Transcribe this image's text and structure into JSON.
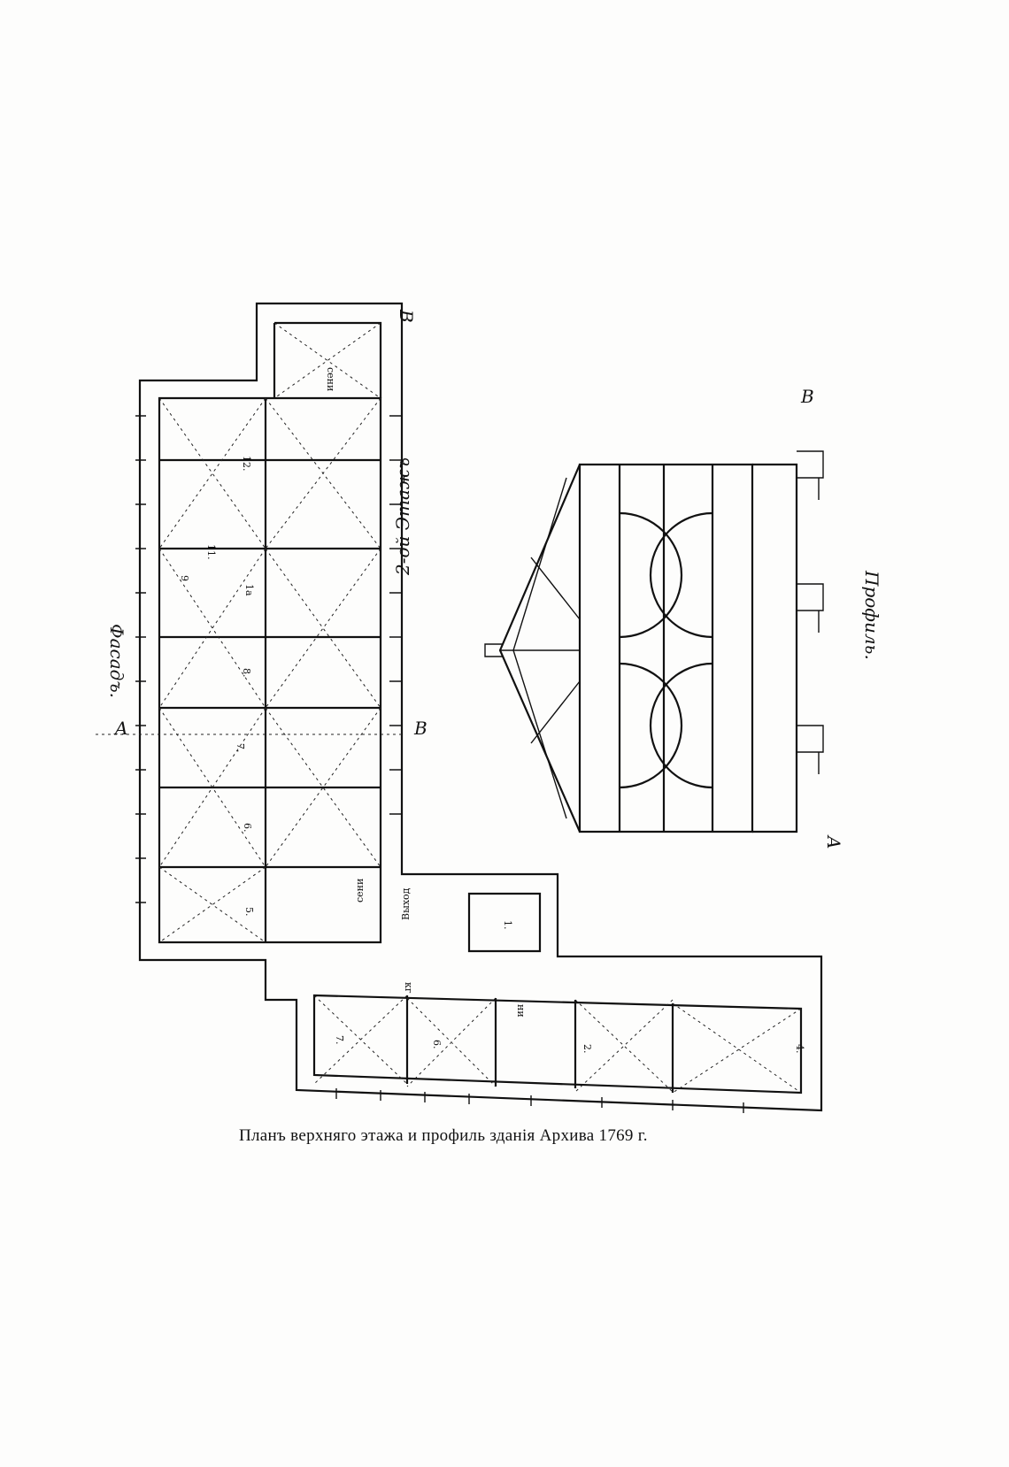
{
  "caption": "Планъ верхняго этажа и профиль зданія Архива 1769 г.",
  "plan": {
    "facade_label": "Фасадъ.",
    "floor_label": "2-ой Этажъ",
    "section_marker_a": "A",
    "section_marker_b": "B",
    "corner_marker": "B",
    "rooms": [
      "сени",
      "12.",
      "11.",
      "1а",
      "9",
      "8.",
      "7.",
      "6.",
      "5.",
      "сени",
      "Выход",
      "1.",
      "кг",
      "ни",
      "7.",
      "6.",
      "2.",
      "4."
    ]
  },
  "profile": {
    "label": "Профиль.",
    "marker_a": "A",
    "marker_b": "B"
  }
}
